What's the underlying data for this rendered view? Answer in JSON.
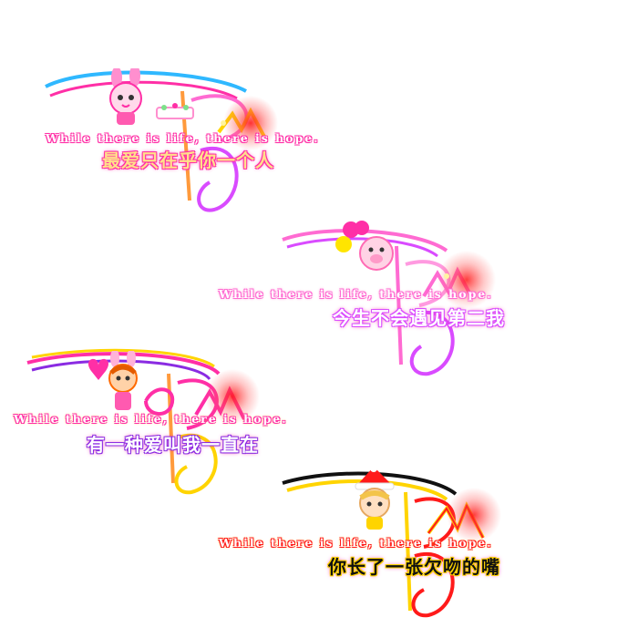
{
  "blocks": [
    {
      "english": "While there is life, there is hope.",
      "chinese": "最爱只在乎你一个人"
    },
    {
      "english": "While there is life, there is hope.",
      "chinese": "今生不会遇见第二我"
    },
    {
      "english": "While there is life, there is hope.",
      "chinese": "有一种爱叫我一直在"
    },
    {
      "english": "While there is life, there is hope.",
      "chinese": "你长了一张欠吻的嘴"
    }
  ],
  "colors": {
    "magenta": "#ff2fa6",
    "pink": "#ff6bd2",
    "blue": "#2fb8ff",
    "purple": "#8a2be2",
    "yellow": "#ffd400",
    "red": "#ff1a1a",
    "green": "#7ee08a"
  },
  "icons": [
    "rabbit-girl-icon",
    "pig-balloon-icon",
    "bunny-girl-heart-icon",
    "santa-hat-baby-icon"
  ]
}
